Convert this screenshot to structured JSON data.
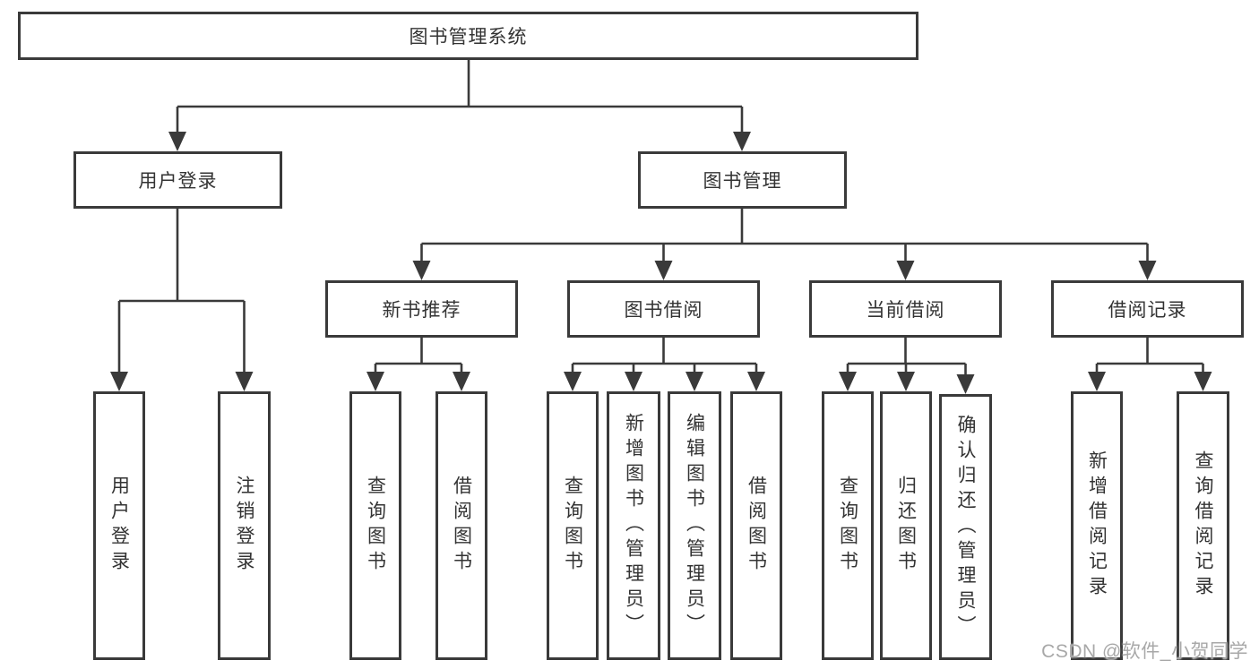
{
  "diagram": {
    "root": {
      "label": "图书管理系统"
    },
    "login": {
      "label": "用户登录",
      "children": [
        "用户登录",
        "注销登录"
      ]
    },
    "mgmt": {
      "label": "图书管理",
      "rec": {
        "label": "新书推荐",
        "children": [
          "查询图书",
          "借阅图书"
        ]
      },
      "borrow": {
        "label": "图书借阅",
        "children": [
          "查询图书",
          "新增图书（管理员）",
          "编辑图书（管理员）",
          "借阅图书"
        ]
      },
      "current": {
        "label": "当前借阅",
        "children": [
          "查询图书",
          "归还图书",
          "确认归还（管理员）"
        ]
      },
      "records": {
        "label": "借阅记录",
        "children": [
          "新增借阅记录",
          "查询借阅记录"
        ]
      }
    }
  },
  "watermark": {
    "label": "CSDN @软件_小贺同学"
  },
  "colors": {
    "line": "#3a3a3a",
    "text": "#333333",
    "box_fill": "#ffffff",
    "watermark": "#a8a8a8",
    "background": "#ffffff"
  }
}
